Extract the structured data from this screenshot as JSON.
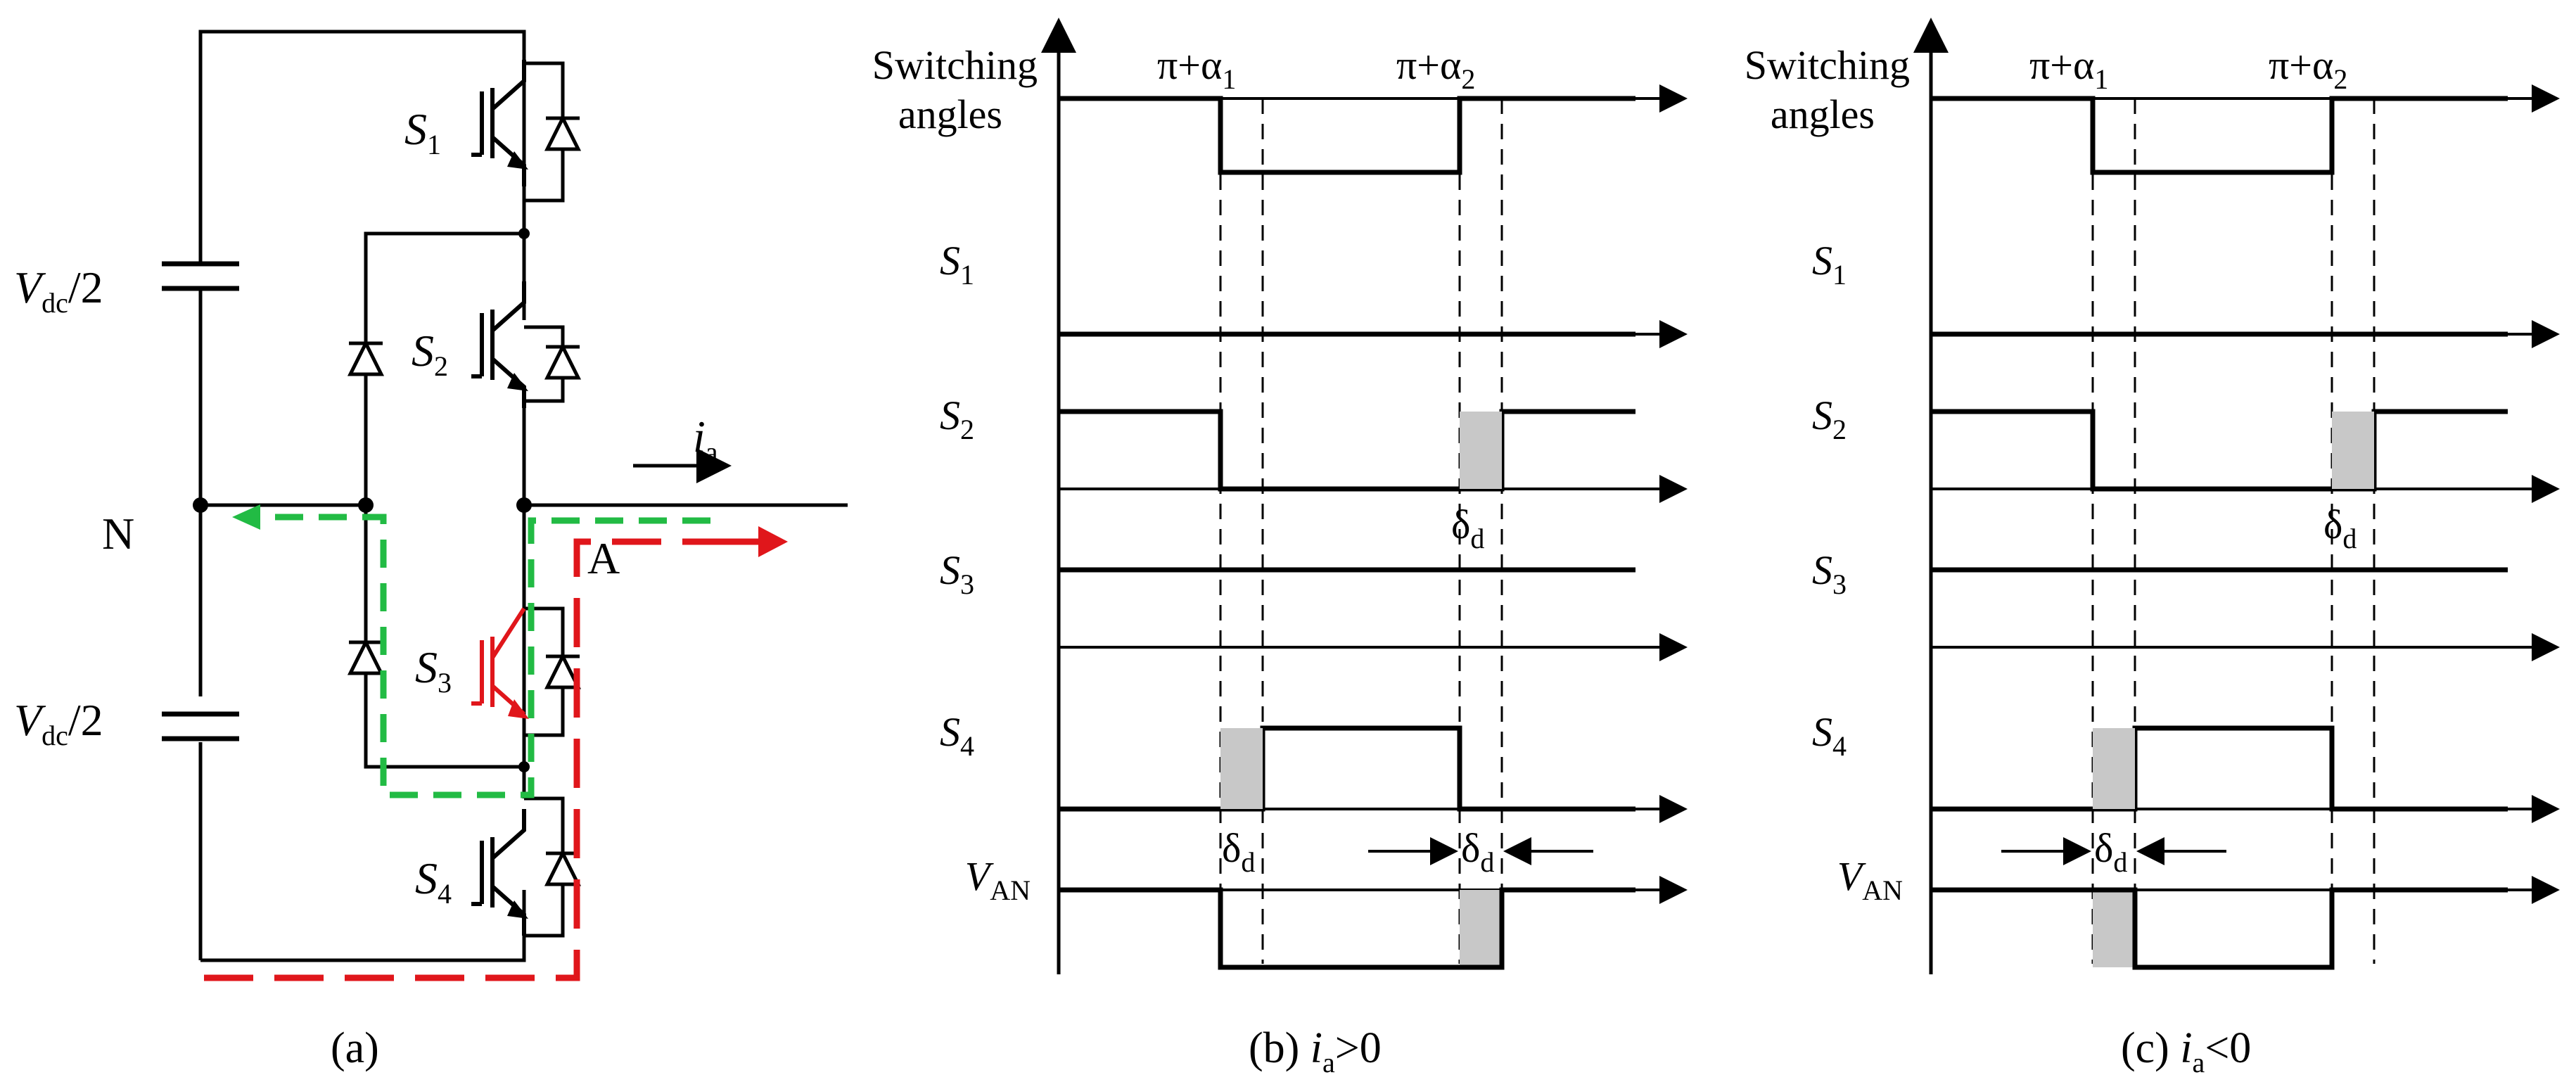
{
  "colors": {
    "line": "#000000",
    "red_path": "#e0161b",
    "green_path": "#22bb44",
    "deadtime_fill": "#c8c8c8"
  },
  "circuit": {
    "capacitor_label": "V",
    "capacitor_sub": "dc",
    "capacitor_suffix": "/2",
    "node_n": "N",
    "node_a": "A",
    "current_label": "i",
    "current_sub": "a",
    "switch_letter": "S",
    "switches": [
      "1",
      "2",
      "3",
      "4"
    ],
    "caption": "(a)"
  },
  "timing": {
    "row_switching_line1": "Switching",
    "row_switching_line2": "angles",
    "angle_prefix": "π+α",
    "angle_subs": [
      "1",
      "2"
    ],
    "signal_letter": "S",
    "signal_subs": [
      "1",
      "2",
      "3",
      "4"
    ],
    "van_letter": "V",
    "van_sub": "AN",
    "delta_letter": "δ",
    "delta_sub": "d"
  },
  "panel_b": {
    "caption_prefix": "(b)",
    "current_letter": "i",
    "current_sub": "a",
    "condition": ">0"
  },
  "panel_c": {
    "caption_prefix": "(c)",
    "current_letter": "i",
    "current_sub": "a",
    "condition": "<0"
  }
}
